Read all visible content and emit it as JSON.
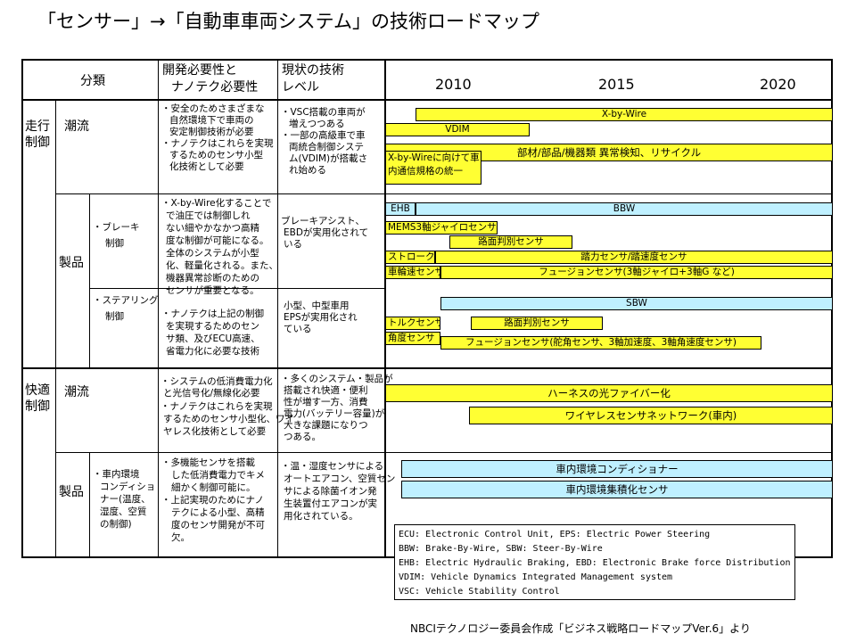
{
  "title": "「センサー」→「自動車車両システム」の技術ロードマップ",
  "header": {
    "category": "分類",
    "need_line1": "開発必要性と",
    "need_line2": "ナノテク必要性",
    "level_line1": "現状の技術",
    "level_line2": "レベル"
  },
  "years": [
    "2010",
    "2015",
    "2020"
  ],
  "rows": {
    "drive": {
      "label_line1": "走行",
      "label_line2": "制御",
      "trend_label": "潮流",
      "product_label": "製品",
      "brake_line1": "・ブレーキ",
      "brake_line2": "制御",
      "steer_line1": "・ステアリング",
      "steer_line2": "制御",
      "trend_need": [
        "・安全のためさまざまな",
        "自然環境下で車両の",
        "安定制御技術が必要",
        "・ナノテクはこれらを実現",
        "するためのセンサ小型",
        "化技術として必要"
      ],
      "trend_level": [
        "・VSC搭載の車両が",
        "増えつつある",
        "・一部の高級車で車",
        "両統合制御システ",
        "ム(VDIM)が搭載さ",
        "れ始める"
      ],
      "product_need": [
        "・X-by-Wire化することで",
        "で油圧では制御しれ",
        "ない細やかなかつ高精",
        "度な制御が可能になる。",
        "全体のシステムが小型",
        "化、軽量化される。また、",
        "機器異常診断のための",
        "センサが重要となる。",
        "・ナノテクは上記の制御",
        "を実現するためのセン",
        "サ類、及びECU高速、",
        "省電力化に必要な技術"
      ],
      "brake_level": [
        "ブレーキアシスト、",
        "EBDが実用化されて",
        "いる"
      ],
      "steer_level": [
        "小型、中型車用",
        "EPSが実用化され",
        "ている"
      ]
    },
    "comfort": {
      "label_line1": "快適",
      "label_line2": "制御",
      "trend_label": "潮流",
      "product_label": "製品",
      "env_label": [
        "・車内環境",
        "コンディショ",
        "ナー(温度、",
        "湿度、空質",
        "の制御)"
      ],
      "trend_need": [
        "・システムの低消費電力化",
        "と光信号化/無線化必要",
        "・ナノテクはこれらを実現",
        "するためのセンサ小型化、ワイ",
        "ヤレス化技術として必要"
      ],
      "trend_level": [
        "・多くのシステム・製品が",
        "搭載され快適・便利",
        "性が増す一方、消費",
        "電力(バッテリー容量)が",
        "大きな課題になりつ",
        "つある。"
      ],
      "product_need": [
        "・多機能センサを搭載",
        "した低消費電力でキメ",
        "細かく制御可能に。",
        "・上記実現のためにナノ",
        "テクによる小型、高精",
        "度のセンサ開発が不可",
        "欠。"
      ],
      "product_level": [
        "・温・湿度センサによる",
        "オートエアコン、空質セン",
        "サによる除菌イオン発",
        "生装置付エアコンが実",
        "用化されている。"
      ]
    }
  },
  "bars": {
    "xbywire": "X-by-Wire",
    "vdim": "VDIM",
    "parts": "部材/部品/機器類 異常検知、リサイクル",
    "xbywire_std": "X-by-Wireに向けて車内通信規格の統一",
    "ehb": "EHB",
    "bbw": "BBW",
    "mems": "MEMS3軸ジャイロセンサ",
    "road1": "路面判別センサ",
    "stroke": "ストロークセンサ",
    "pedal": "踏力センサ/踏速度センサ",
    "wheel": "車輪速センサ",
    "fusion1": "フュージョンセンサ(3軸ジャイロ+3軸G など)",
    "sbw": "SBW",
    "torque": "トルクセンサ",
    "road2": "路面判別センサ",
    "angle": "角度センサ",
    "fusion2": "フュージョンセンサ(舵角センサ、3軸加速度、3軸角速度センサ)",
    "harness": "ハーネスの光ファイバー化",
    "wireless": "ワイヤレスセンサネットワーク(車内)",
    "cabin_cond": "車内環境コンディショナー",
    "cabin_sensor": "車内環境集積化センサ"
  },
  "legend": [
    "ECU: Electronic Control Unit,       EPS: Electric Power Steering",
    "BBW: Brake-By-Wire,                 SBW: Steer-By-Wire",
    "EHB: Electric Hydraulic Braking,    EBD: Electronic Brake force Distribution",
    "VDIM: Vehicle Dynamics Integrated Management system",
    "VSC: Vehicle Stability Control"
  ],
  "source": "NBCIテクノロジー委員会作成「ビジネス戦略ロードマップVer.6」より",
  "colors": {
    "yellow": "#ffff33",
    "cyan": "#bff0ff"
  }
}
